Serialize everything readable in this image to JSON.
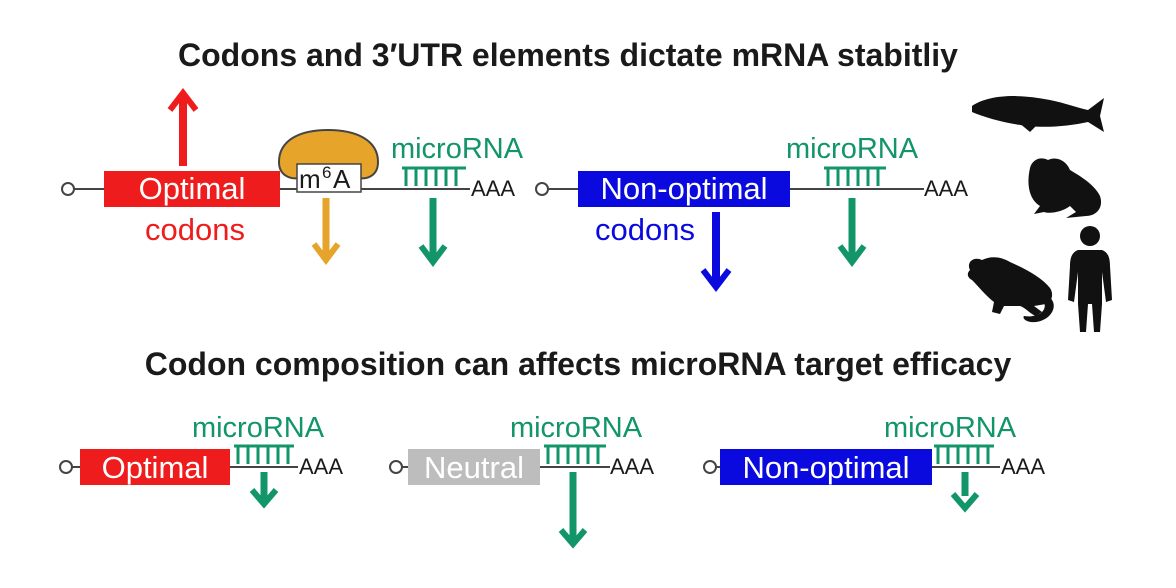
{
  "titles": {
    "top": "Codons and 3′UTR elements dictate mRNA stabitliy",
    "bottom": "Codon composition can affects microRNA target efficacy"
  },
  "colors": {
    "optimal": "#ee1c1c",
    "nonoptimal": "#0a0adf",
    "neutral": "#bdbdbd",
    "microrna": "#13956a",
    "m6a": "#e6a52a",
    "line": "#444444",
    "text": "#1a1a1a"
  },
  "labels": {
    "optimal": "Optimal",
    "codons": "codons",
    "nonoptimal": "Non-optimal",
    "neutral": "Neutral",
    "microrna": "microRNA",
    "polya": "AAA",
    "m6a_main": "m",
    "m6a_super": "6",
    "m6a_end": "A"
  },
  "icons": [
    "zebrafish-icon",
    "frog-icon",
    "mouse-icon",
    "human-icon"
  ]
}
